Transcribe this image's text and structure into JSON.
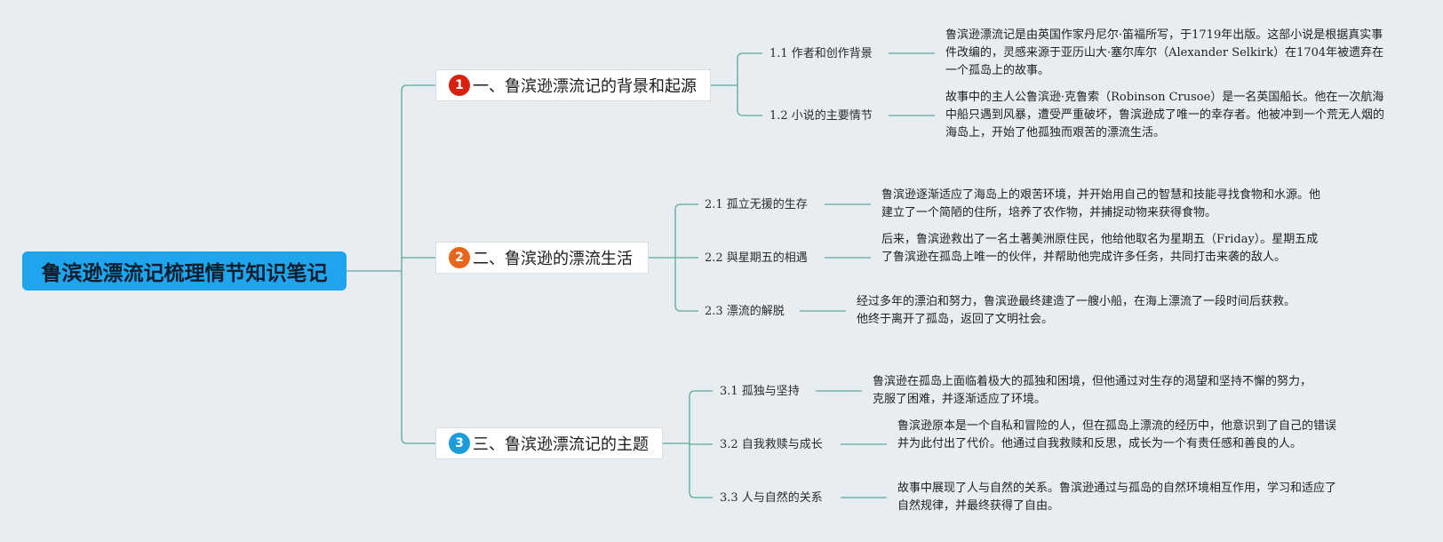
{
  "root": {
    "title": "鲁滨逊漂流记梳理情节知识笔记"
  },
  "colors": {
    "background": "#e8edf1",
    "root": "#1fa5ee",
    "connector": "#5aa8a0",
    "badge_1": "#d9210f",
    "badge_2": "#e8651c",
    "badge_3": "#1c9bd9"
  },
  "branches": [
    {
      "badge": "1",
      "label": "一、鲁滨逊漂流记的背景和起源",
      "items": [
        {
          "label": "1.1 作者和创作背景",
          "text": "鲁滨逊漂流记是由英国作家丹尼尔·笛福所写，于1719年出版。这部小说是根据真实事件改编的，灵感来源于亚历山大·塞尔库尔（Alexander Selkirk）在1704年被遗弃在一个孤岛上的故事。"
        },
        {
          "label": "1.2 小说的主要情节",
          "text": "故事中的主人公鲁滨逊·克鲁索（Robinson Crusoe）是一名英国船长。他在一次航海中船只遇到风暴，遭受严重破坏，鲁滨逊成了唯一的幸存者。他被冲到一个荒无人烟的海岛上，开始了他孤独而艰苦的漂流生活。"
        }
      ]
    },
    {
      "badge": "2",
      "label": "二、鲁滨逊的漂流生活",
      "items": [
        {
          "label": "2.1 孤立无援的生存",
          "text": "鲁滨逊逐渐适应了海岛上的艰苦环境，并开始用自己的智慧和技能寻找食物和水源。他建立了一个简陋的住所，培养了农作物，并捕捉动物来获得食物。"
        },
        {
          "label": "2.2 與星期五的相遇",
          "text": "后来，鲁滨逊救出了一名土著美洲原住民，他给他取名为星期五（Friday）。星期五成了鲁滨逊在孤岛上唯一的伙伴，并帮助他完成许多任务，共同打击来袭的敌人。"
        },
        {
          "label": "2.3 漂流的解脱",
          "text": "经过多年的漂泊和努力，鲁滨逊最终建造了一艘小船，在海上漂流了一段时间后获救。他终于离开了孤岛，返回了文明社会。"
        }
      ]
    },
    {
      "badge": "3",
      "label": "三、鲁滨逊漂流记的主题",
      "items": [
        {
          "label": "3.1 孤独与坚持",
          "text": "鲁滨逊在孤岛上面临着极大的孤独和困境，但他通过对生存的渴望和坚持不懈的努力，克服了困难，并逐渐适应了环境。"
        },
        {
          "label": "3.2 自我救赎与成长",
          "text": "鲁滨逊原本是一个自私和冒险的人，但在孤岛上漂流的经历中，他意识到了自己的错误并为此付出了代价。他通过自我救赎和反思，成长为一个有责任感和善良的人。"
        },
        {
          "label": "3.3 人与自然的关系",
          "text": "故事中展现了人与自然的关系。鲁滨逊通过与孤岛的自然环境相互作用，学习和适应了自然规律，并最终获得了自由。"
        }
      ]
    }
  ]
}
